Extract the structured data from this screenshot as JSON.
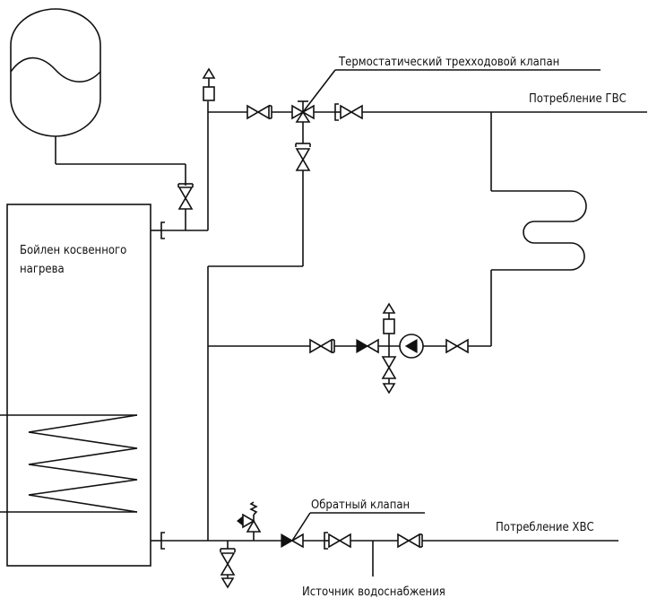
{
  "labels": {
    "thermo_valve": "Термостатический трехходовой клапан",
    "hot_consumption": "Потребление ГВС",
    "boiler_line1": "Бойлен косвенного",
    "boiler_line2": "нагрева",
    "check_valve": "Обратный клапан",
    "cold_consumption": "Потребление ХВС",
    "water_source": "Источник водоснабжения"
  }
}
